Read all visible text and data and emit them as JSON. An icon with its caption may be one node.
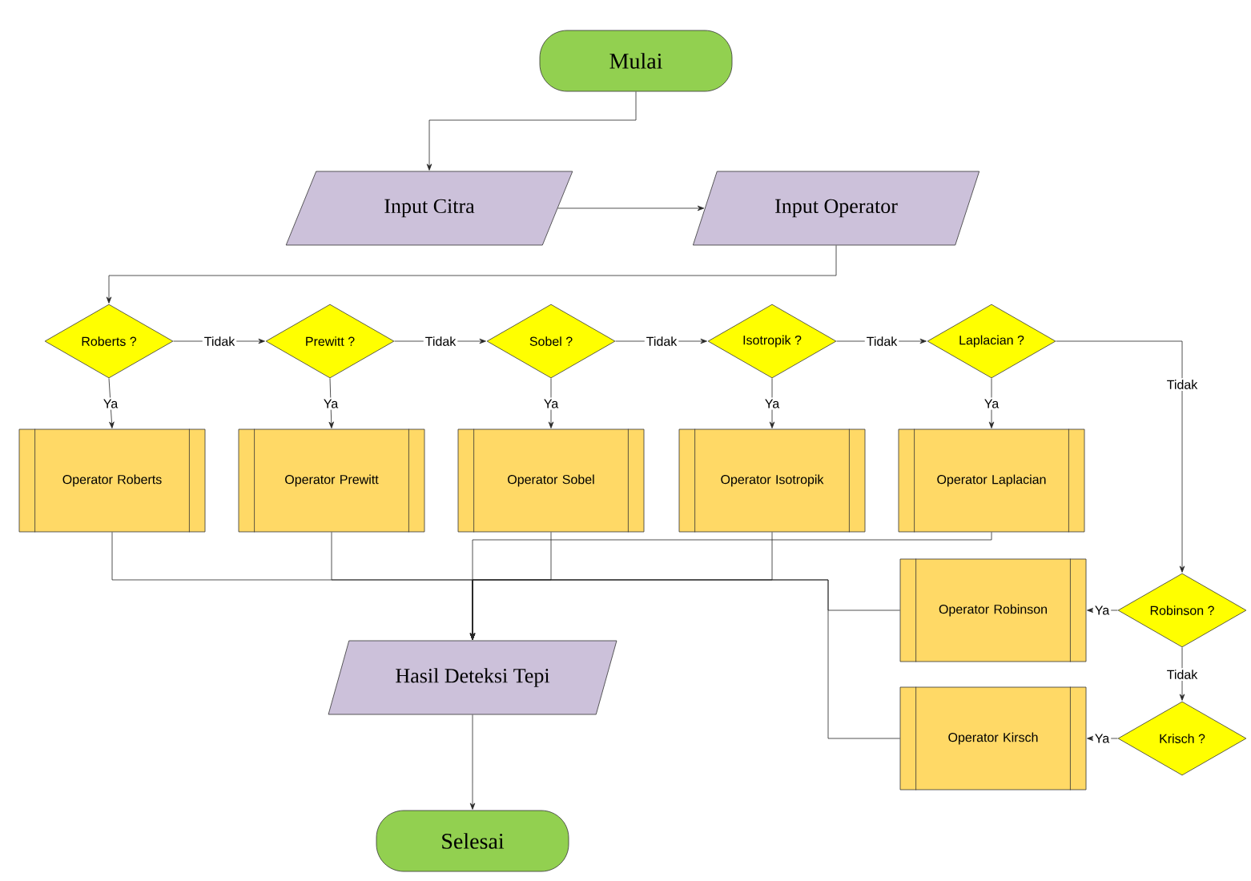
{
  "diagram": {
    "nodes": [
      {
        "text": [
          "Mulai"
        ]
      },
      {
        "text": [
          "Input Citra"
        ]
      },
      {
        "text": [
          "Input Operator"
        ]
      },
      {
        "text": [
          "Roberts ?"
        ]
      },
      {
        "text": [
          "Prewitt ?"
        ]
      },
      {
        "text": [
          "Sobel ?"
        ]
      },
      {
        "text": [
          "Isotropik ?"
        ]
      },
      {
        "text": [
          "Laplacian ?"
        ]
      },
      {
        "text": [
          "Operator Roberts"
        ]
      },
      {
        "text": [
          "Operator Prewitt"
        ]
      },
      {
        "text": [
          "Operator Sobel"
        ]
      },
      {
        "text": [
          "Operator Isotropik"
        ]
      },
      {
        "text": [
          "Operator Laplacian"
        ]
      },
      {
        "text": [
          "Robinson ?"
        ]
      },
      {
        "text": [
          "Operator Robinson"
        ]
      },
      {
        "text": [
          "Krisch ?"
        ]
      },
      {
        "text": [
          "Operator Kirsch"
        ]
      },
      {
        "text": [
          "Hasil Deteksi Tepi"
        ]
      },
      {
        "text": [
          "Selesai"
        ]
      }
    ],
    "edges": [
      {
        "from": 0,
        "to": 1,
        "arrow": "to"
      },
      {
        "from": 1,
        "to": 2,
        "arrow": "to"
      },
      {
        "from": 2,
        "to": 3,
        "arrow": "to"
      },
      {
        "from": 3,
        "to": 4,
        "arrow": "to",
        "label": "Tidak"
      },
      {
        "from": 4,
        "to": 5,
        "arrow": "to",
        "label": "Tidak"
      },
      {
        "from": 5,
        "to": 6,
        "arrow": "to",
        "label": "Tidak"
      },
      {
        "from": 6,
        "to": 7,
        "arrow": "to",
        "label": "Tidak"
      },
      {
        "from": 7,
        "to": 13,
        "arrow": "to",
        "label": "Tidak"
      },
      {
        "from": 3,
        "to": 8,
        "arrow": "to",
        "label": "Ya"
      },
      {
        "from": 4,
        "to": 9,
        "arrow": "to",
        "label": "Ya"
      },
      {
        "from": 5,
        "to": 10,
        "arrow": "to",
        "label": "Ya"
      },
      {
        "from": 6,
        "to": 11,
        "arrow": "to",
        "label": "Ya"
      },
      {
        "from": 7,
        "to": 12,
        "arrow": "to",
        "label": "Ya"
      },
      {
        "from": 13,
        "to": 14,
        "arrow": "to",
        "label": "Ya"
      },
      {
        "from": 13,
        "to": 15,
        "arrow": "to",
        "label": "Tidak"
      },
      {
        "from": 15,
        "to": 16,
        "arrow": "to",
        "label": "Ya"
      },
      {
        "from": 8,
        "to": 17,
        "arrow": "to"
      },
      {
        "from": 9,
        "to": 17,
        "arrow": "to"
      },
      {
        "from": 10,
        "to": 17,
        "arrow": "to"
      },
      {
        "from": 11,
        "to": 17,
        "arrow": "to"
      },
      {
        "from": 12,
        "to": 17,
        "arrow": "to"
      },
      {
        "from": 14,
        "to": 17,
        "arrow": "to"
      },
      {
        "from": 16,
        "to": 17,
        "arrow": "to"
      },
      {
        "from": 17,
        "to": 18,
        "arrow": "to"
      }
    ]
  }
}
